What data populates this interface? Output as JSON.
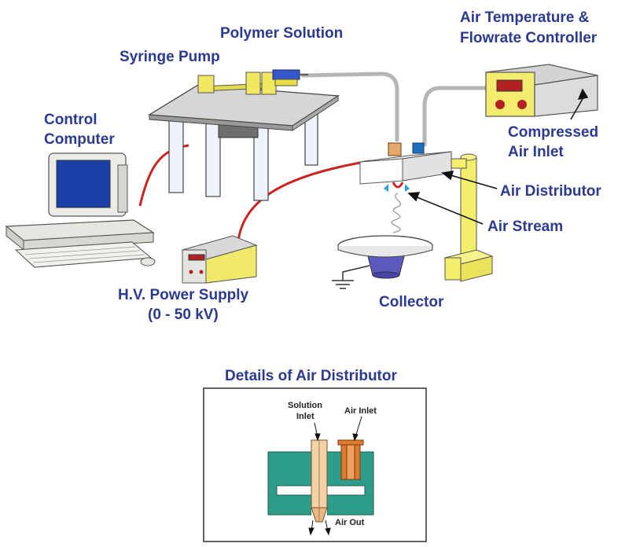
{
  "labels": {
    "polymer_solution": "Polymer Solution",
    "syringe_pump": "Syringe Pump",
    "air_temp_line1": "Air Temperature &",
    "air_temp_line2": "Flowrate Controller",
    "control_line1": "Control",
    "control_line2": "Computer",
    "compressed_line1": "Compressed",
    "compressed_line2": "Air Inlet",
    "air_distributor": "Air Distributor",
    "air_stream": "Air Stream",
    "hv_line1": "H.V. Power Supply",
    "hv_line2": "(0 - 50 kV)",
    "collector": "Collector"
  },
  "detail": {
    "title": "Details of Air Distributor",
    "solution_inlet_line1": "Solution",
    "solution_inlet_line2": "Inlet",
    "air_inlet": "Air Inlet",
    "air_out": "Air Out"
  },
  "colors": {
    "label": "#2b3a8f",
    "yellow": "#f4f07a",
    "green": "#2e9e8a",
    "cable": "#cc2222",
    "tube": "#b0b0b0"
  }
}
